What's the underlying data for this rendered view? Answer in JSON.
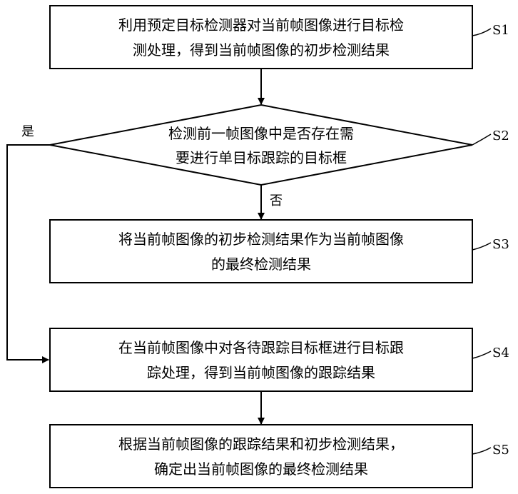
{
  "steps": {
    "s1": {
      "line1": "利用预定目标检测器对当前帧图像进行目标检",
      "line2": "测处理，得到当前帧图像的初步检测结果",
      "label": "S1"
    },
    "s2": {
      "line1": "检测前一帧图像中是否存在需",
      "line2": "要进行单目标跟踪的目标框",
      "label": "S2"
    },
    "s3": {
      "line1": "将当前帧图像的初步检测结果作为当前帧图像",
      "line2": "的最终检测结果",
      "label": "S3"
    },
    "s4": {
      "line1": "在当前帧图像中对各待跟踪目标框进行目标跟",
      "line2": "踪处理，得到当前帧图像的跟踪结果",
      "label": "S4"
    },
    "s5": {
      "line1": "根据当前帧图像的跟踪结果和初步检测结果，",
      "line2": "确定出当前帧图像的最终检测结果",
      "label": "S5"
    }
  },
  "branches": {
    "yes": "是",
    "no": "否"
  }
}
